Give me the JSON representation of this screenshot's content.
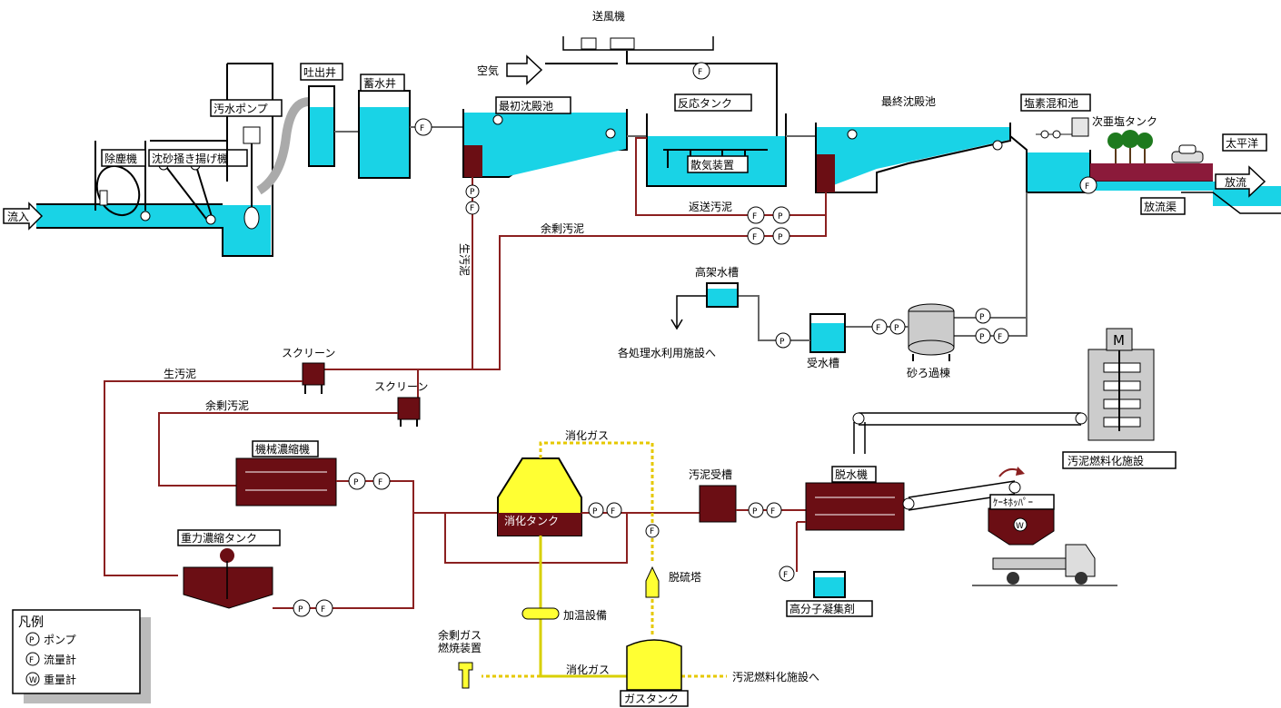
{
  "labels": {
    "blower": "送風機",
    "air": "空気",
    "discharge_well": "吐出井",
    "storage_well": "蓄水井",
    "sewage_pump": "汚水ポンプ",
    "primary_tank": "最初沈殿池",
    "reaction_tank": "反応タンク",
    "aeration": "散気装置",
    "final_tank": "最終沈殿池",
    "chlorine_tank": "塩素混和池",
    "hypochlorite_tank": "次亜塩タンク",
    "pacific": "太平洋",
    "outflow": "放流",
    "outflow_channel": "放流渠",
    "dust_remover": "除塵機",
    "grit_remover": "沈砂掻き揚げ機",
    "inflow": "流入",
    "return_sludge": "返送汚泥",
    "excess_sludge_top": "余剰汚泥",
    "raw_sludge_vertical": "生汚泥",
    "elevated_tank": "高架水槽",
    "water_use": "各処理水利用施設へ",
    "receiving_tank": "受水槽",
    "sand_filter": "砂ろ過棟",
    "screen1": "スクリーン",
    "screen2": "スクリーン",
    "raw_sludge": "生汚泥",
    "excess_sludge": "余剰汚泥",
    "sludge_fuel": "汚泥燃料化施設",
    "m_label": "M",
    "mech_thickener": "機械濃縮機",
    "digestion_gas_top": "消化ガス",
    "digestion_tank": "消化タンク",
    "sludge_receiving": "汚泥受槽",
    "dehydrator": "脱水機",
    "cake_hopper": "ｹｰｷﾎｯﾊﾟｰ",
    "gravity_thickener": "重力濃縮タンク",
    "desulfurizer": "脱硫塔",
    "polymer": "高分子凝集剤",
    "heater": "加温設備",
    "excess_gas_burner_1": "余剰ガス",
    "excess_gas_burner_2": "燃焼装置",
    "digestion_gas_bottom": "消化ガス",
    "to_sludge_fuel": "汚泥燃料化施設へ",
    "gas_tank": "ガスタンク"
  },
  "legend": {
    "title": "凡例",
    "items": [
      {
        "symbol": "P",
        "label": "ポンプ"
      },
      {
        "symbol": "F",
        "label": "流量計"
      },
      {
        "symbol": "W",
        "label": "重量計"
      }
    ]
  },
  "symbols": {
    "pump": "P",
    "flow": "F",
    "weight": "W"
  },
  "colors": {
    "water": "#19d3e6",
    "sludge": "#6b0e14",
    "sludge_pipe": "#8b2020",
    "gas": "#e6c800",
    "digester": "#ffff33"
  }
}
